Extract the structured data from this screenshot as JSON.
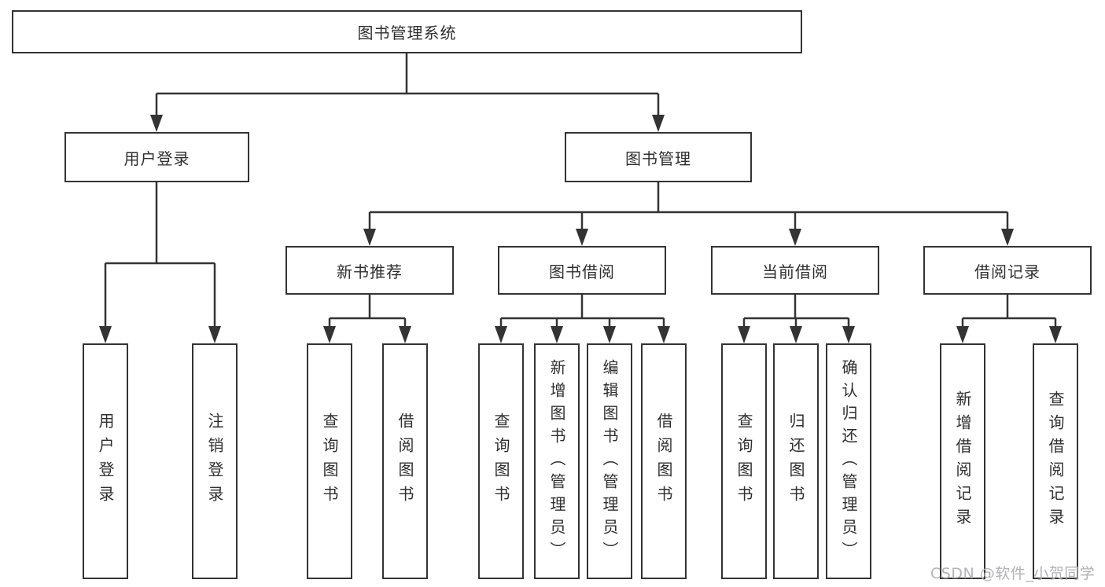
{
  "diagram": {
    "type": "tree",
    "root": {
      "label": "图书管理系统"
    },
    "children": [
      {
        "label": "用户登录",
        "children": [
          {
            "label": "用户登录"
          },
          {
            "label": "注销登录"
          }
        ]
      },
      {
        "label": "图书管理",
        "children": [
          {
            "label": "新书推荐",
            "children": [
              {
                "label": "查询图书"
              },
              {
                "label": "借阅图书"
              }
            ]
          },
          {
            "label": "图书借阅",
            "children": [
              {
                "label": "查询图书"
              },
              {
                "label": "新增图书（管理员）"
              },
              {
                "label": "编辑图书（管理员）"
              },
              {
                "label": "借阅图书"
              }
            ]
          },
          {
            "label": "当前借阅",
            "children": [
              {
                "label": "查询图书"
              },
              {
                "label": "归还图书"
              },
              {
                "label": "确认归还（管理员）"
              }
            ]
          },
          {
            "label": "借阅记录",
            "children": [
              {
                "label": "新增借阅记录"
              },
              {
                "label": "查询借阅记录"
              }
            ]
          }
        ]
      }
    ]
  },
  "colors": {
    "line": "#333333",
    "box_border": "#333333",
    "text": "#2f2f2f",
    "watermark": "#b3b3b6",
    "background": "#ffffff"
  },
  "watermark": {
    "text": "CSDN @软件_小贺同学"
  }
}
